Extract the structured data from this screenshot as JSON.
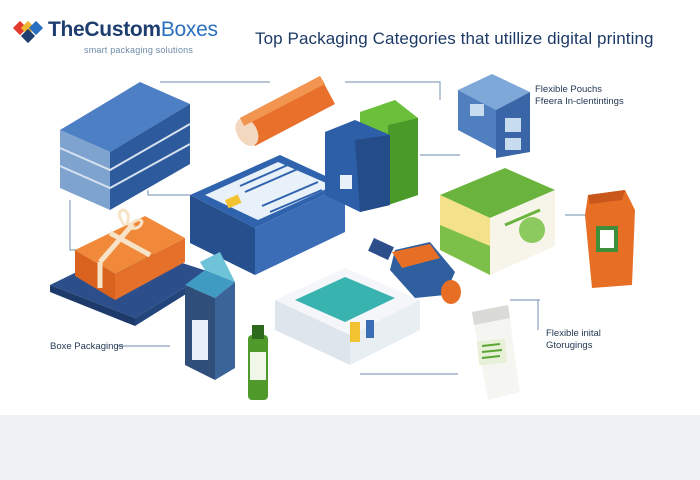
{
  "brand": {
    "name_part1": "TheCustom",
    "name_part2": "Boxes",
    "tagline": "smart packaging solutions"
  },
  "heading": "Top Packaging Categories that utillize digital printing",
  "labels": {
    "top_right_line1": "Flexible Pouchs",
    "top_right_line2": "Ffeera In-clentintings",
    "left": "Boxe Packagings",
    "bottom_right_line1": "Flexible inital",
    "bottom_right_line2": "Gtorugings"
  },
  "colors": {
    "brand_dark": "#1d3e6e",
    "brand_blue": "#2a6fc0",
    "connector": "#8aa3bd",
    "orange": "#e56a26",
    "box_blue": "#2f5fa3",
    "green": "#5aa632"
  }
}
